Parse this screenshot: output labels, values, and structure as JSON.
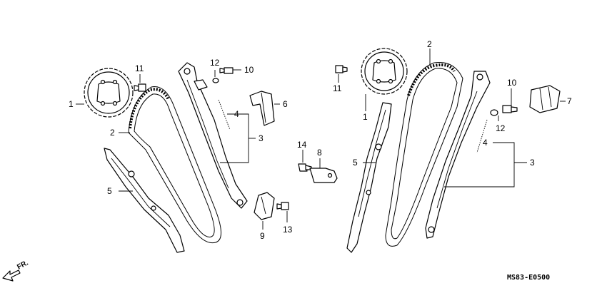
{
  "diagram": {
    "code": "MS83-E0500",
    "direction": "FR.",
    "left_labels": [
      "1",
      "2",
      "3",
      "4",
      "5",
      "6",
      "10",
      "11",
      "12"
    ],
    "center_labels": [
      "8",
      "9",
      "13",
      "14"
    ],
    "right_labels": [
      "1",
      "2",
      "3",
      "4",
      "5",
      "7",
      "10",
      "11",
      "12"
    ]
  }
}
